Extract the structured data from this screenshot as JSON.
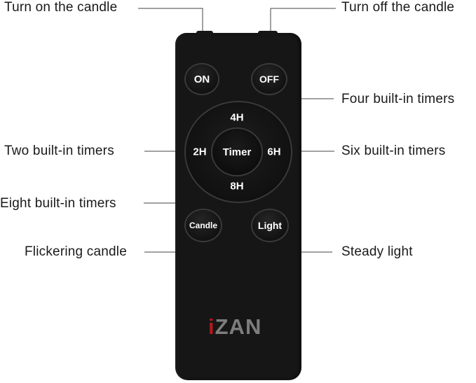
{
  "callouts": {
    "turn_on": "Turn on the candle",
    "turn_off": "Turn off the candle",
    "four_timers": "Four built-in timers",
    "two_timers": "Two built-in timers",
    "six_timers": "Six built-in timers",
    "eight_timers": "Eight built-in timers",
    "flickering": "Flickering candle",
    "steady": "Steady light"
  },
  "remote": {
    "on_label": "ON",
    "off_label": "OFF",
    "timer_label": "Timer",
    "h4_label": "4H",
    "h2_label": "2H",
    "h6_label": "6H",
    "h8_label": "8H",
    "candle_label": "Candle",
    "light_label": "Light",
    "logo": {
      "text": "iZAN",
      "colors": {
        "i": "#b01a1a",
        "rest": "#7d7d7d"
      }
    }
  },
  "colors": {
    "remote_body": "#161616",
    "button_ring": "#3a3a3a",
    "callout_text": "#1a1a1a",
    "leader_line": "#444444"
  }
}
